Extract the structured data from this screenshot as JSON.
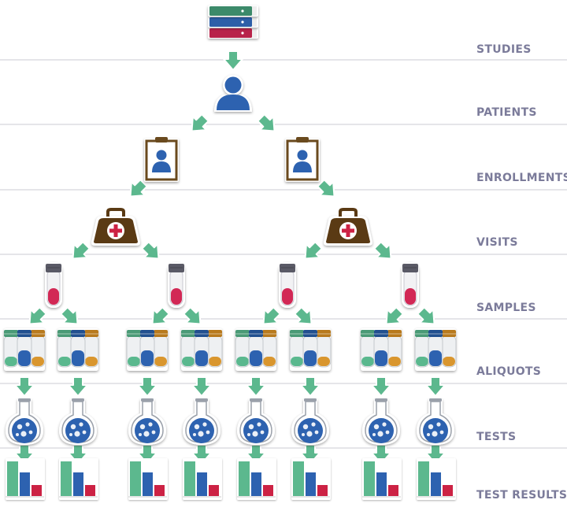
{
  "levels": [
    {
      "key": "studies",
      "label": "STUDIES"
    },
    {
      "key": "patients",
      "label": "PATIENTS"
    },
    {
      "key": "enrollments",
      "label": "ENROLLMENTS"
    },
    {
      "key": "visits",
      "label": "VISITS"
    },
    {
      "key": "samples",
      "label": "SAMPLES"
    },
    {
      "key": "aliquots",
      "label": "ALIQUOTS"
    },
    {
      "key": "tests",
      "label": "TESTS"
    },
    {
      "key": "test_results",
      "label": "TEST RESULTS"
    }
  ],
  "counts": {
    "studies": 1,
    "patients": 1,
    "enrollments": 2,
    "visits": 2,
    "samples": 4,
    "aliquots": 8,
    "tests": 8,
    "test_results": 8
  },
  "icons": {
    "studies": "books-stack-icon",
    "patients": "person-icon",
    "enrollments": "clipboard-person-icon",
    "visits": "medical-bag-icon",
    "samples": "test-tube-icon",
    "aliquots": "aliquot-tubes-icon",
    "tests": "flask-icon",
    "test_results": "bar-chart-icon"
  },
  "colors": {
    "arrow": "#5cb88e",
    "label": "#7b7b9a",
    "separator": "#d5d5dc",
    "icon_blue": "#2d62b0",
    "book_green": "#3c8a6a",
    "book_blue": "#2d5fa8",
    "book_red": "#b8234a",
    "bag_brown": "#5a3a14",
    "cross_red": "#cc2244",
    "tube_cap": "#5a5a66",
    "tube_fluid": "#d22855",
    "aliquot_green": "#5ab88e",
    "aliquot_blue": "#2d62b0",
    "aliquot_orange": "#d9962e",
    "bar_green": "#5cb88e",
    "bar_blue": "#2d62b0",
    "bar_red": "#cc2244"
  }
}
